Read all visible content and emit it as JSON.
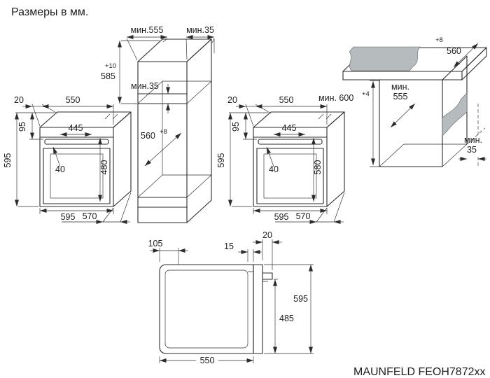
{
  "title": "Размеры в мм.",
  "model": "MAUNFELD FEOH7872xx",
  "tall_cabinet": {
    "depth_min": "мин.555",
    "top_back_gap": "мин.35",
    "niche_height_tol": "+10",
    "niche_height": "585",
    "vent_gap": "мин.35",
    "niche_depth": "560",
    "niche_depth_tol": "+8"
  },
  "oven_left": {
    "top_gap": "20",
    "top_width": "550",
    "front_top_height": "95",
    "height": "595",
    "inner_width": "445",
    "handle_depth": "40",
    "door_height": "480",
    "width": "595",
    "depth": "570"
  },
  "oven_right": {
    "top_gap": "20",
    "top_width": "550",
    "front_top_height": "95",
    "height": "595",
    "inner_width": "445",
    "handle_depth": "40",
    "door_height": "580",
    "width": "595",
    "depth": "570"
  },
  "counter": {
    "niche_depth_tol": "+8",
    "niche_depth": "560",
    "niche_height_min": "мин. 600",
    "niche_height_tol": "+4",
    "depth_min_label": "мин.",
    "depth_min_value": "555",
    "back_gap_min_label": "мин.",
    "back_gap_min_value": "35"
  },
  "side_view": {
    "back_offset": "105",
    "gap": "15",
    "door_thickness": "20",
    "height": "595",
    "door_height": "485",
    "depth": "550"
  }
}
